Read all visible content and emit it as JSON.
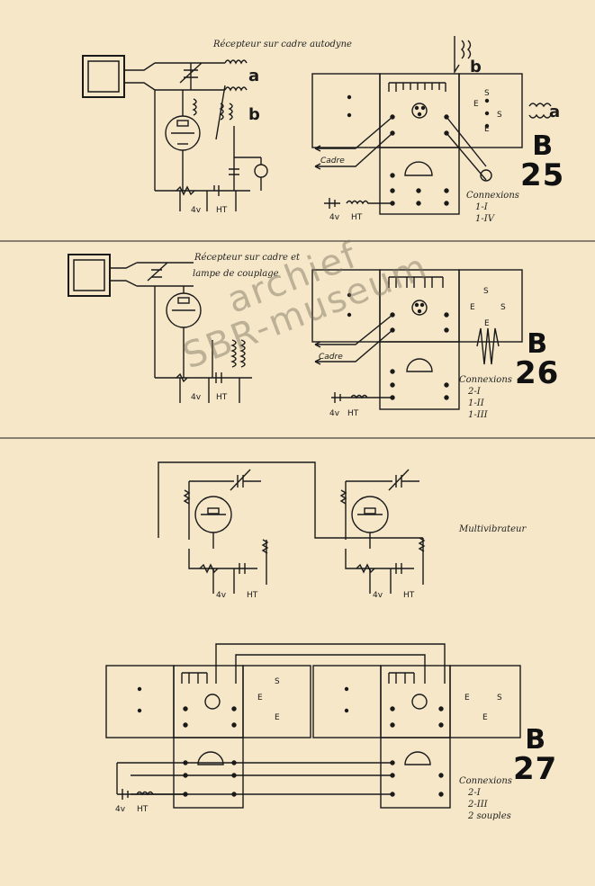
{
  "section_b25": {
    "caption": "Récepteur sur cadre autodyne",
    "letter": "B",
    "number": "25",
    "connections_title": "Connexions",
    "connections": [
      "1-I",
      "1-IV"
    ],
    "frame_label": "Cadre",
    "coil_labels": [
      "a",
      "b"
    ],
    "supply_labels": [
      "4v",
      "HT"
    ]
  },
  "section_b26": {
    "caption_line1": "Récepteur sur cadre et",
    "caption_line2": "lampe de couplage",
    "letter": "B",
    "number": "26",
    "connections_title": "Connexions",
    "connections": [
      "2-I",
      "1-II",
      "1-III"
    ],
    "frame_label": "Cadre",
    "supply_labels": [
      "4v",
      "HT"
    ]
  },
  "section_multivibrator": {
    "caption": "Multivibrateur",
    "supply_labels": [
      "4v",
      "HT"
    ]
  },
  "section_b27": {
    "letter": "B",
    "number": "27",
    "connections_title": "Connexions",
    "connections": [
      "2-I",
      "2-III",
      "2 souples"
    ],
    "supply_labels": [
      "4v",
      "HT"
    ]
  },
  "terminal_labels": [
    "E",
    "S"
  ],
  "watermark": {
    "line1": "archief",
    "line2": "SBR-museum"
  }
}
